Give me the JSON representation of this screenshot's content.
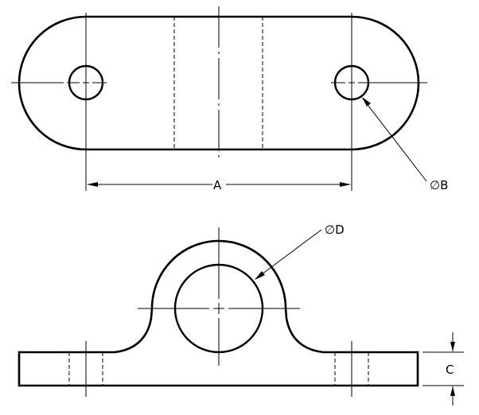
{
  "drawing": {
    "type": "engineering-drawing",
    "views": [
      "top-view",
      "front-view"
    ],
    "colors": {
      "line": "#000000",
      "background": "#ffffff"
    }
  },
  "top_view": {
    "dimension_a": {
      "label": "A"
    },
    "hole_callout": {
      "label": "∅B"
    }
  },
  "front_view": {
    "bore_callout": {
      "label": "∅D"
    },
    "thickness_dimension": {
      "label": "C"
    }
  }
}
